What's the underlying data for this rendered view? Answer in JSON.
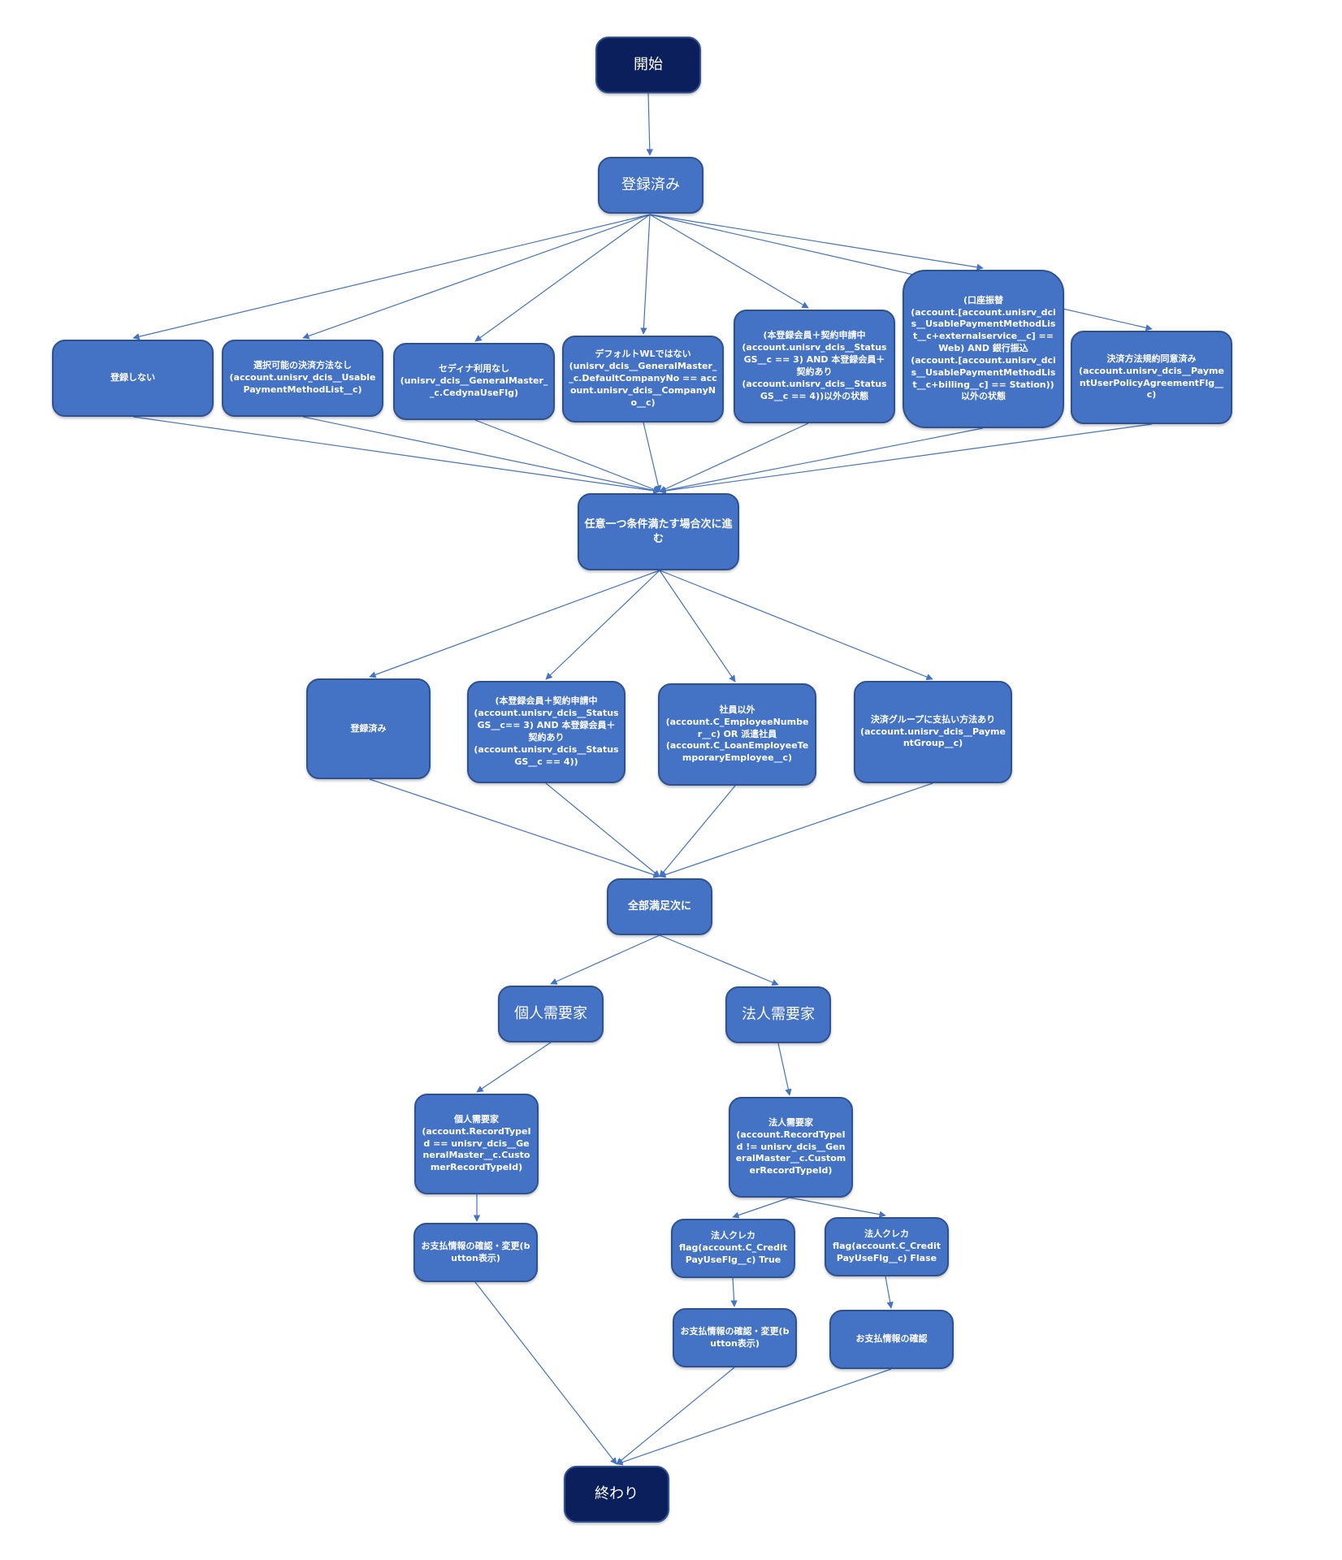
{
  "colors": {
    "node_fill": "#4472c4",
    "terminal_fill": "#0b1f5c",
    "edge": "#4472c4"
  },
  "nodes": {
    "start": "開始",
    "registered_top": "登録済み",
    "c1": "登録しない",
    "c2": "選択可能の決済方法なし\n(account.unisrv_dcis__UsablePaymentMethodList__c)",
    "c3": "セディナ利用なし\n(unisrv_dcis__GeneralMaster__c.CedynaUseFlg)",
    "c4": "デフォルトWLではない\n(unisrv_dcis__GeneralMaster__c.DefaultCompanyNo == account.unisrv_dcis__CompanyNo__c)",
    "c5": "(本登録会員＋契約申請中\n(account.unisrv_dcis__StatusGS__c == 3) AND 本登録会員＋契約あり\n(account.unisrv_dcis__StatusGS__c == 4))以外の状態",
    "c6": "(口座振替\n(account.[account.unisrv_dcis__UsablePaymentMethodList__c+externalservice__c] == Web) AND 銀行振込\n(account.[account.unisrv_dcis__UsablePaymentMethodList__c+billing__c] == Station))以外の状態",
    "c7": "決済方法規約同意済み\n(account.unisrv_dcis__PaymentUserPolicyAgreementFlg__c)",
    "any": "任意一つ条件満たす場合次に進む",
    "d1": "登録済み",
    "d2": "(本登録会員＋契約申請中\n(account.unisrv_dcis__StatusGS__c== 3) AND 本登録会員＋契約あり\n(account.unisrv_dcis__StatusGS__c == 4))",
    "d3": "社員以外\n(account.C_EmployeeNumber__c) OR 派遣社員\n(account.C_LoanEmployeeTemporaryEmployee__c)",
    "d4": "決済グループに支払い方法あり\n(account.unisrv_dcis__PaymentGroup__c)",
    "all": "全部満足次に",
    "individual": "個人需要家",
    "corporate": "法人需要家",
    "individual_detail": "個人需要家\n(account.RecordTypeId == unisrv_dcis__GeneralMaster__c.CustomerRecordTypeId)",
    "corporate_detail": "法人需要家\n(account.RecordTypeId != unisrv_dcis__GeneralMaster__c.CustomerRecordTypeId)",
    "ind_confirm": "お支払情報の確認・変更(button表示)",
    "credit_true": "法人クレカ\nflag(account.C_CreditPayUseFlg__c) True",
    "credit_false": "法人クレカ\nflag(account.C_CreditPayUseFlg__c) Flase",
    "corp_confirm_change": "お支払情報の確認・変更(button表示)",
    "corp_confirm": "お支払情報の確認",
    "end": "終わり"
  }
}
